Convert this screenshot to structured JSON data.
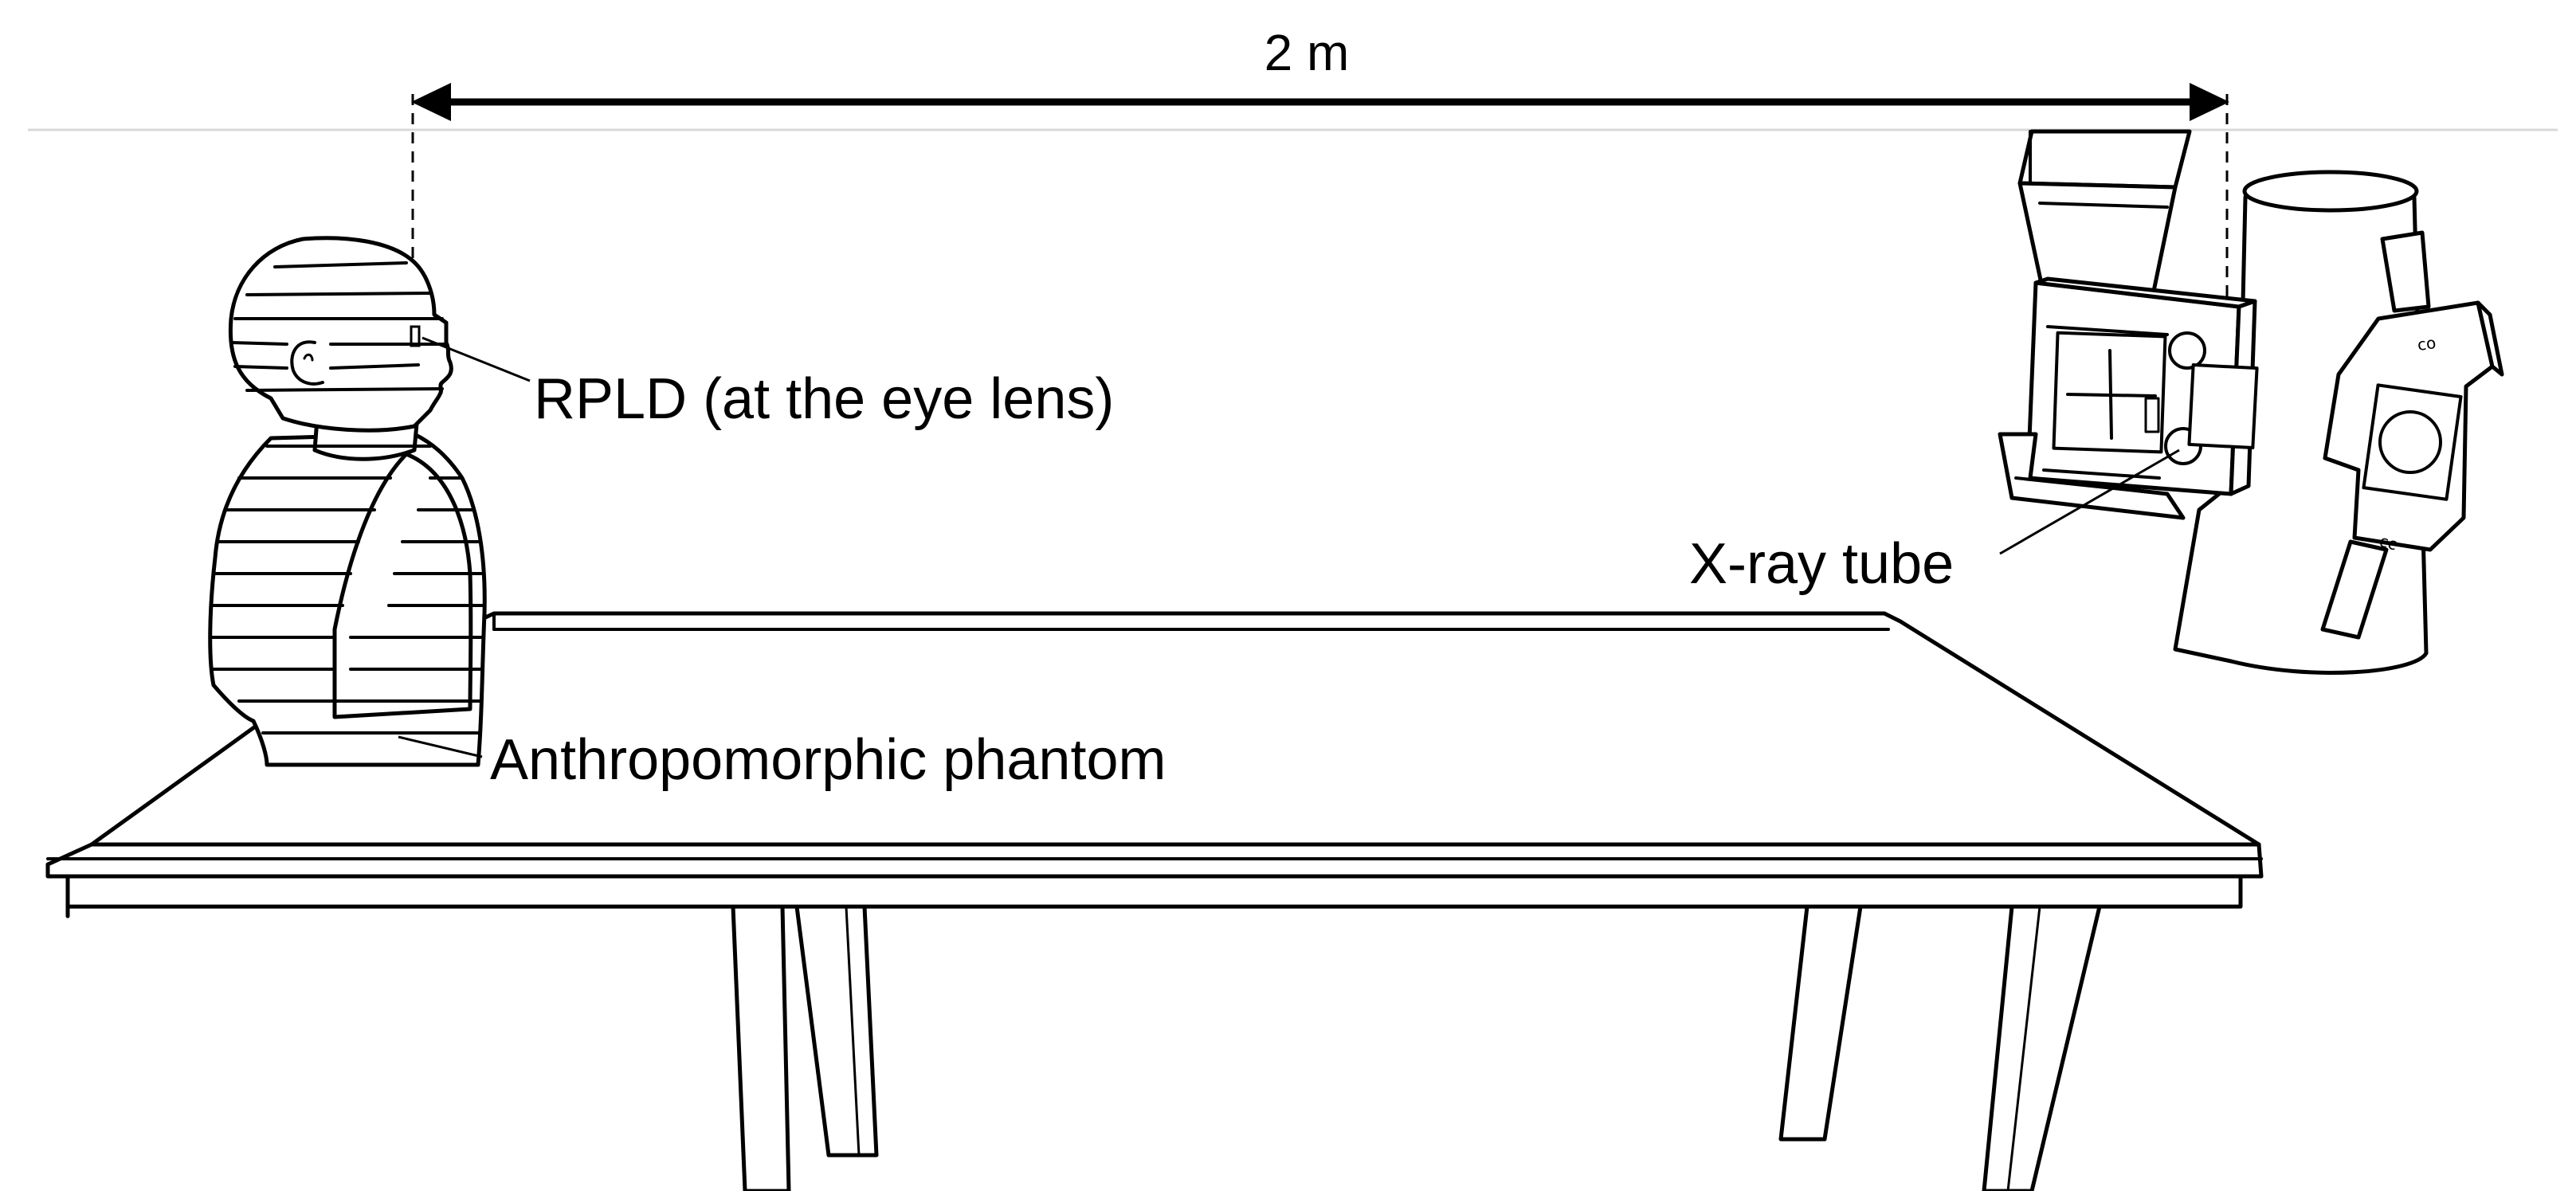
{
  "diagram": {
    "dimension": {
      "label": "2 m"
    },
    "labels": {
      "rpld": "RPLD (at the eye lens)",
      "xray_tube": "X-ray tube",
      "phantom": "Anthropomorphic phantom"
    }
  }
}
